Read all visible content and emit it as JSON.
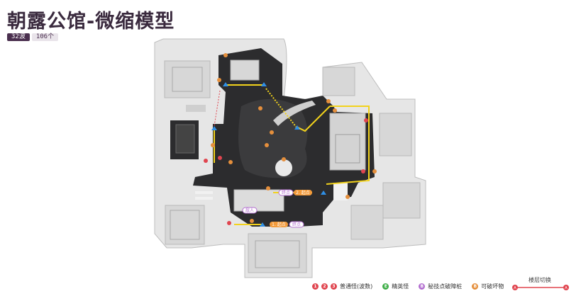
{
  "title": "朝露公馆-微缩模型",
  "tags": {
    "waves": "32波",
    "count": "106个"
  },
  "route_labels": {
    "start1": "1. 起点",
    "start2": "2. 起点",
    "end1": "终点",
    "end2": "终点",
    "enemy": "敌人"
  },
  "legend": {
    "item1_nums": [
      "1",
      "2",
      "3"
    ],
    "item1_label": "普通怪(波数)",
    "item2_num": "E",
    "item2_label": "精英怪",
    "item3_num": "B",
    "item3_label": "秘技点破障桩",
    "item4_num": "B",
    "item4_label": "可破坏物",
    "floor_switch": "楼层切换",
    "floor_a": "A",
    "floor_b": "A"
  },
  "colors": {
    "path_yellow": "#f2d21c",
    "enemy_red": "#e0454f",
    "elite_green": "#3fae48",
    "technique_purple": "#b36fd0",
    "destructible_orange": "#e58f3c",
    "floor_dark": "#2a2a2c",
    "building_light": "#d9d9d9"
  }
}
